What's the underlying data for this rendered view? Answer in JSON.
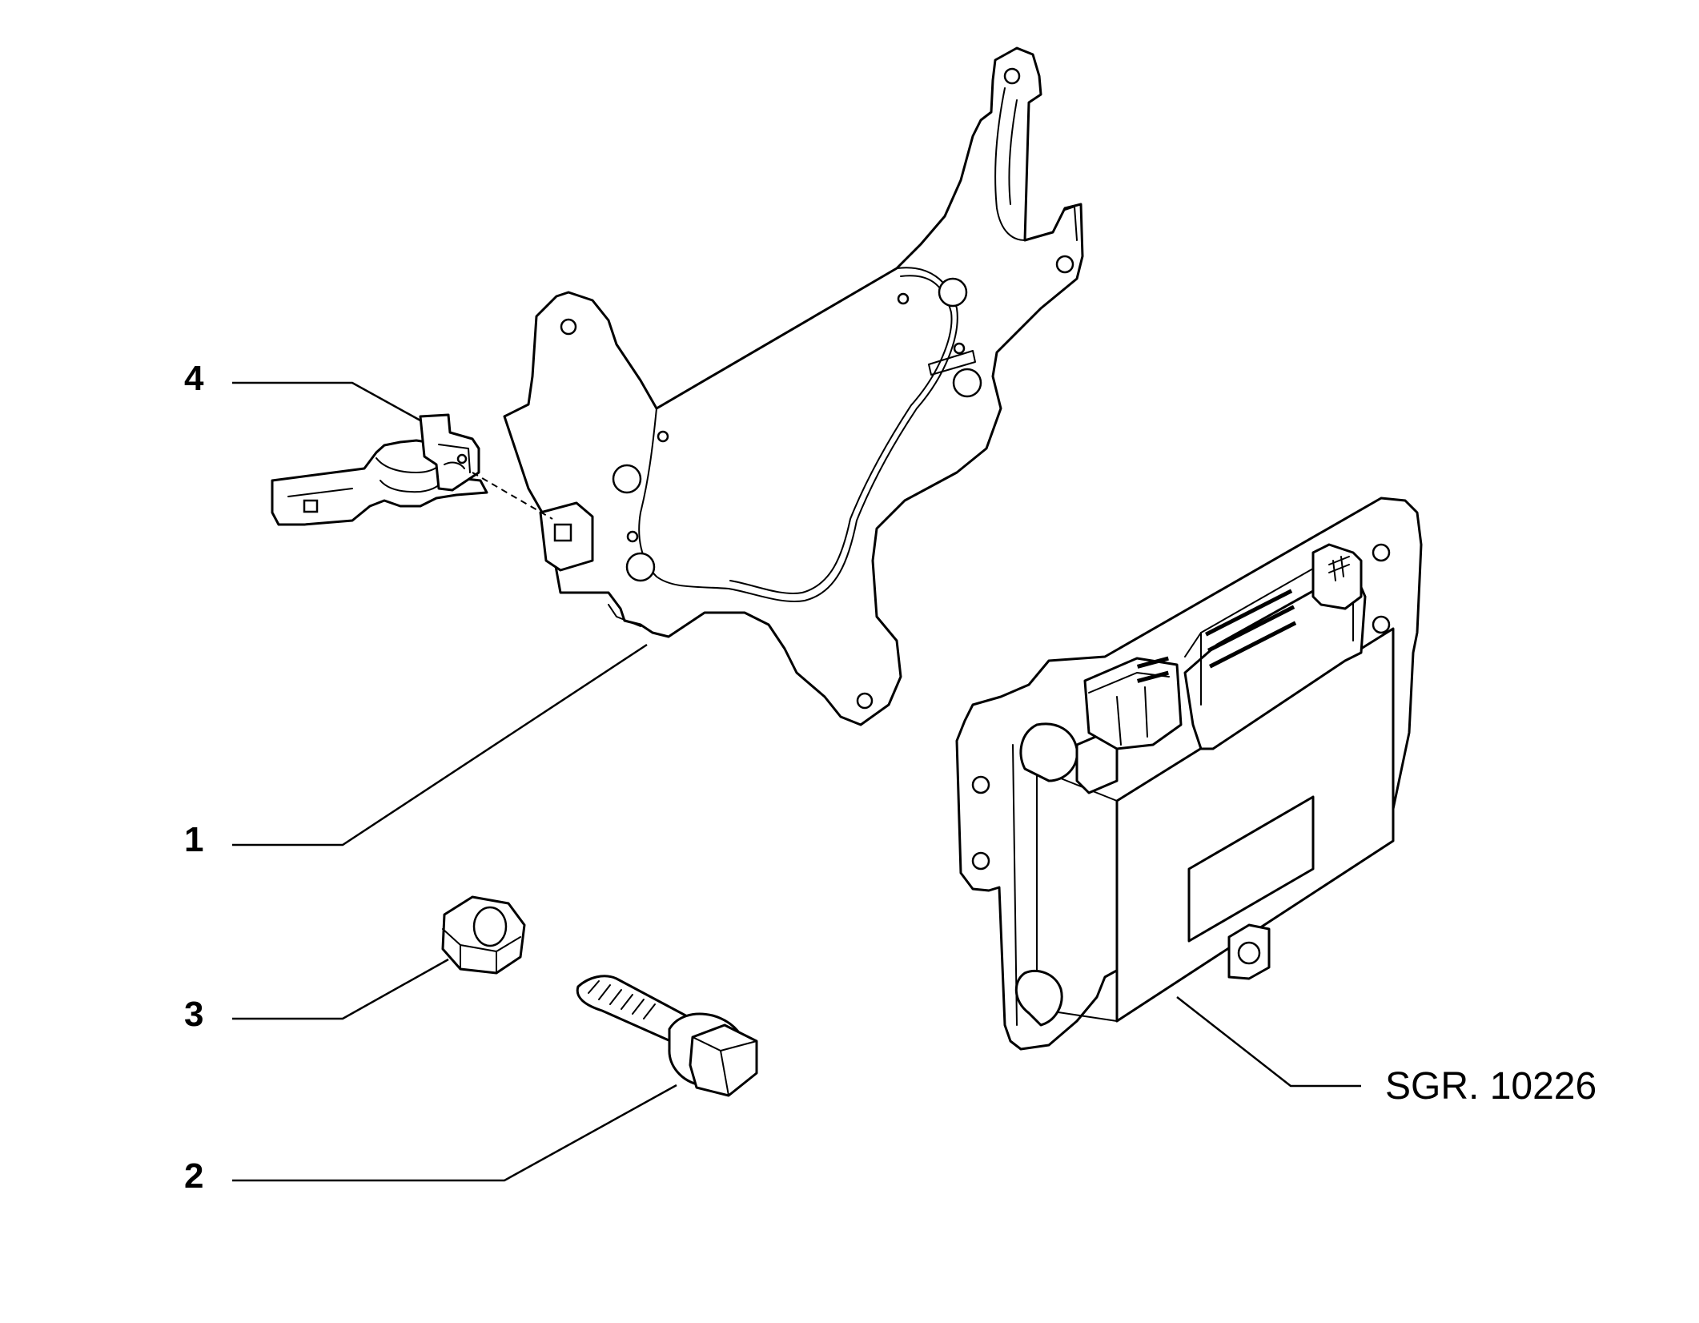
{
  "diagram": {
    "reference": "SGR. 10226",
    "callouts": [
      {
        "number": "4",
        "part": "cable-clip"
      },
      {
        "number": "1",
        "part": "mounting-bracket"
      },
      {
        "number": "3",
        "part": "hex-nut"
      },
      {
        "number": "2",
        "part": "flange-bolt"
      }
    ]
  }
}
